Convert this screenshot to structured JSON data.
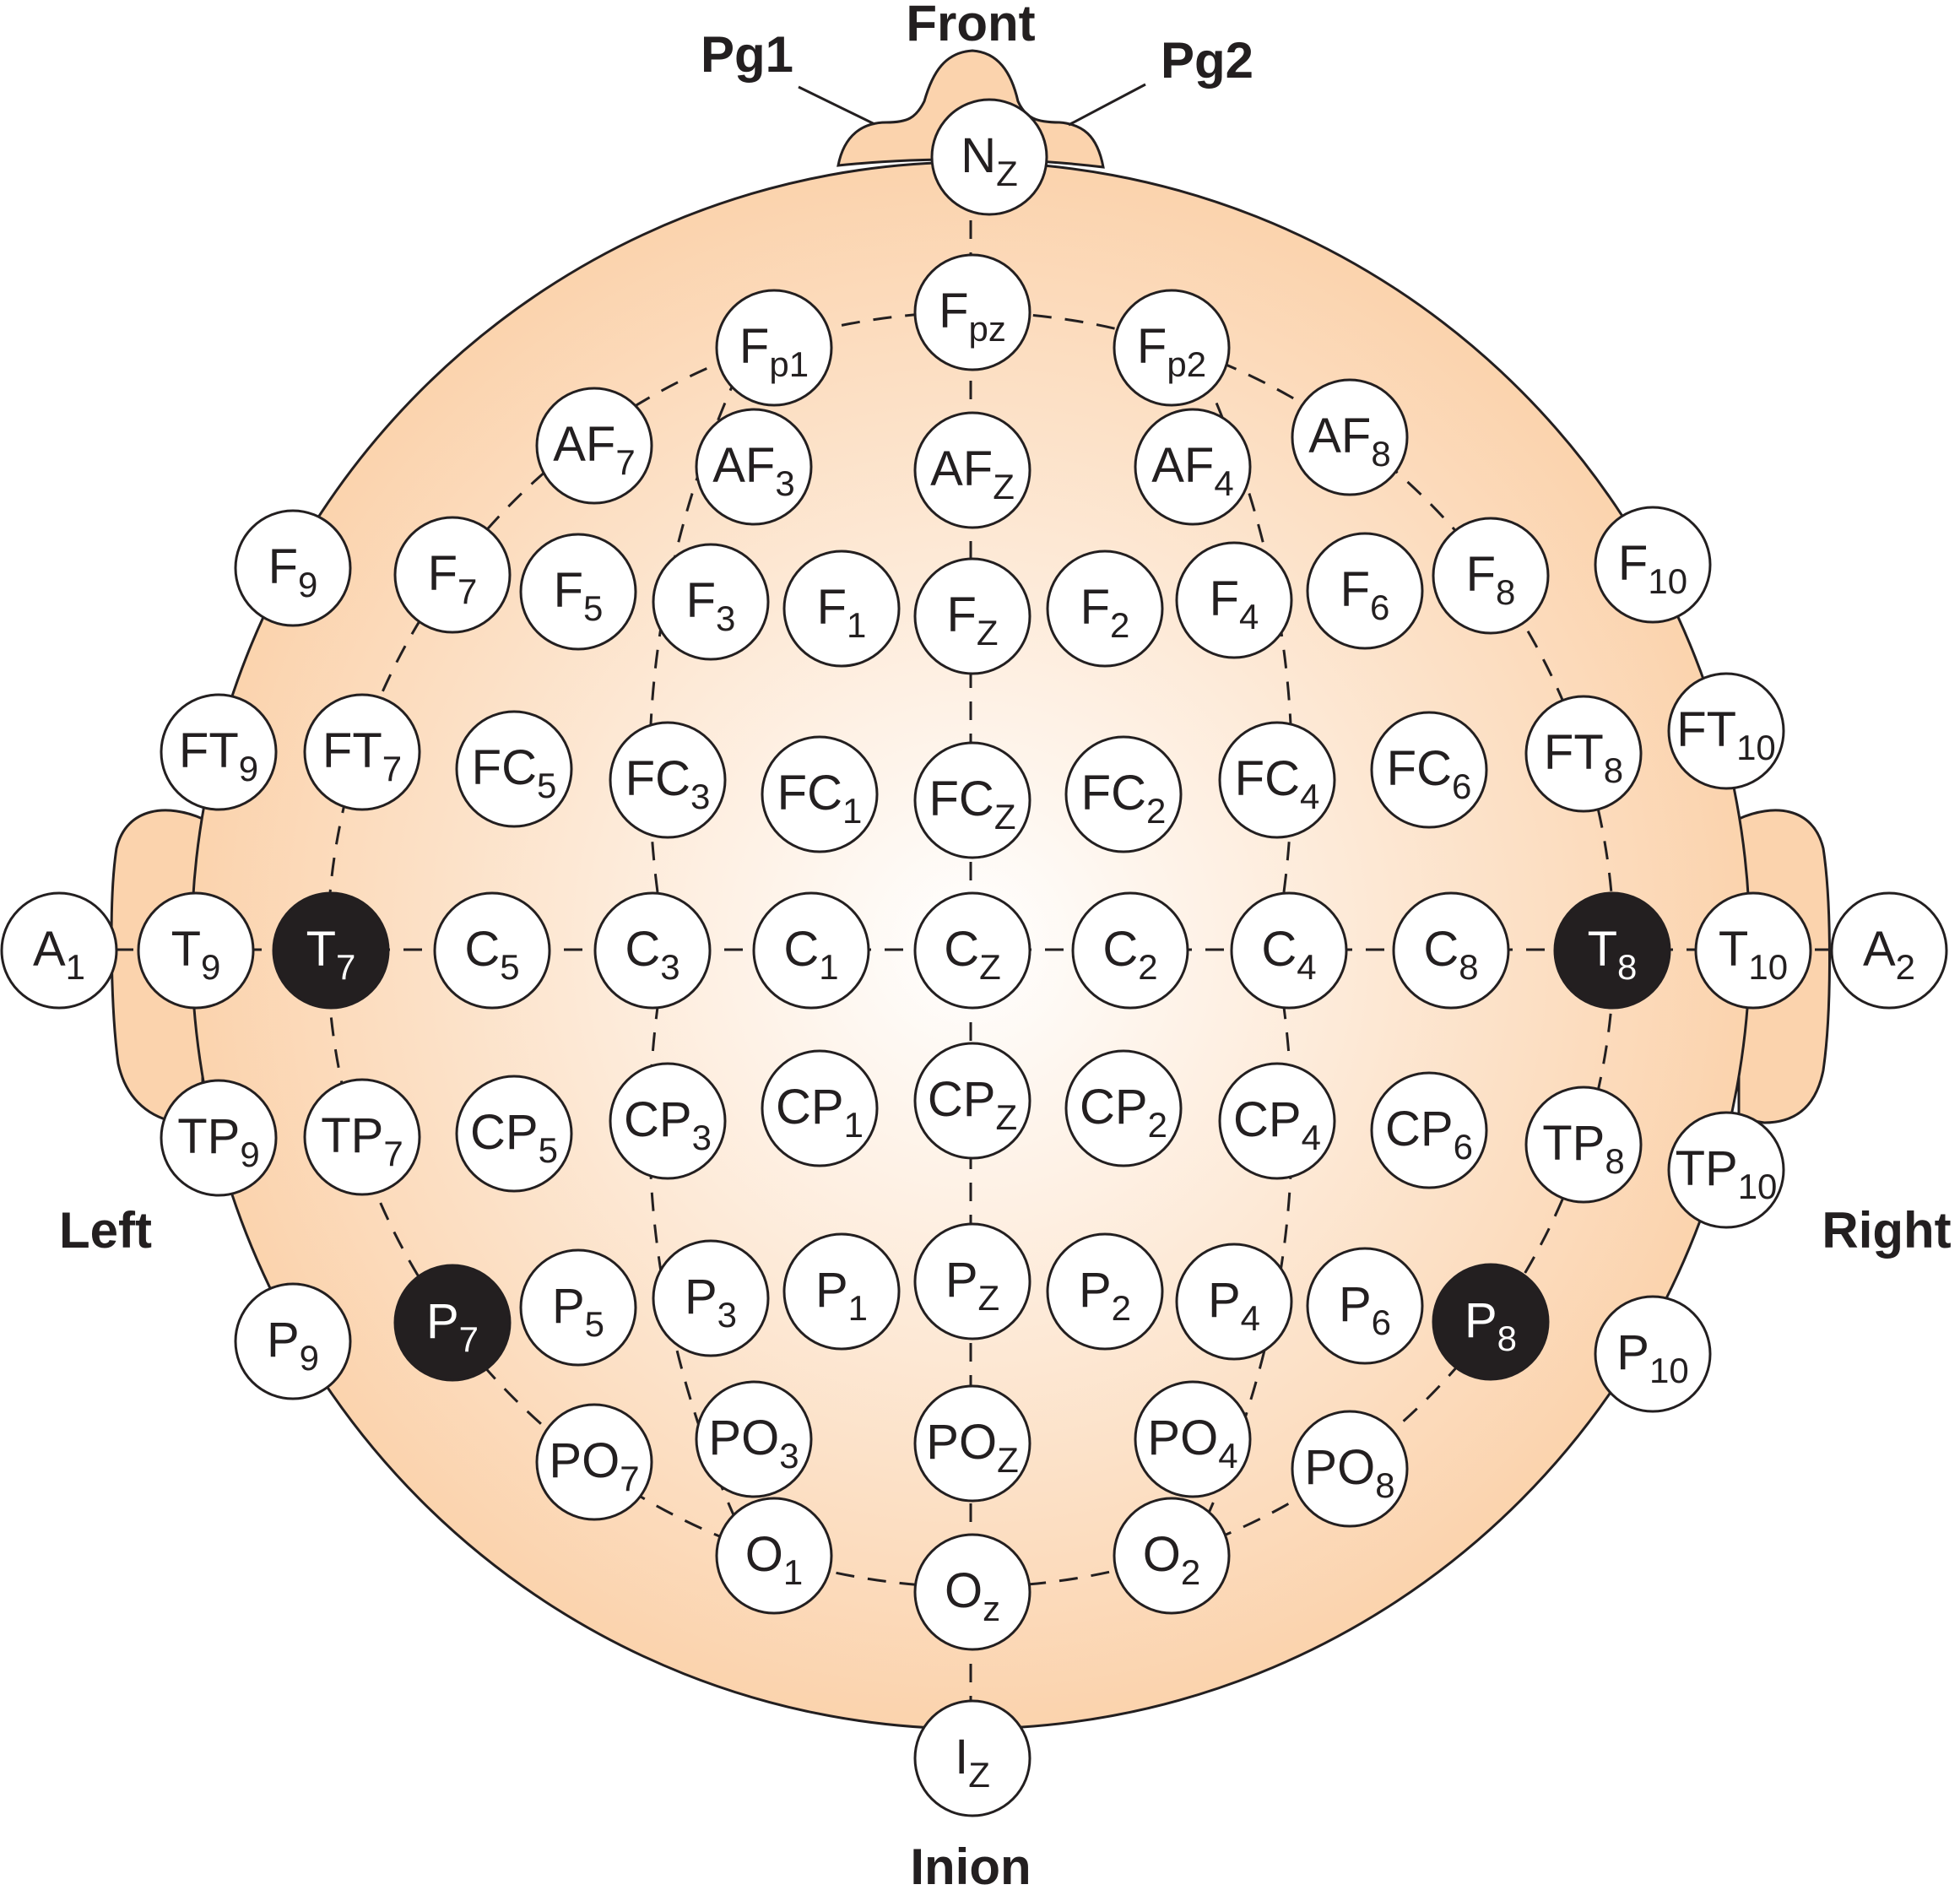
{
  "labels": {
    "front": "Front",
    "inion": "Inion",
    "left": "Left",
    "right": "Right",
    "pg1": "Pg1",
    "pg2": "Pg2"
  },
  "colors": {
    "head_fill_center": "#ffffff",
    "head_fill_edge": "#fbd3ad",
    "outline": "#231f20",
    "electrode_fill": "#ffffff",
    "highlight_fill": "#231f20"
  },
  "electrodes": [
    {
      "id": "Nz",
      "main": "N",
      "sub": "Z"
    },
    {
      "id": "Fpz",
      "main": "F",
      "sub": "pz"
    },
    {
      "id": "Fp1",
      "main": "F",
      "sub": "p1"
    },
    {
      "id": "Fp2",
      "main": "F",
      "sub": "p2"
    },
    {
      "id": "AF7",
      "main": "AF",
      "sub": "7"
    },
    {
      "id": "AF3",
      "main": "AF",
      "sub": "3"
    },
    {
      "id": "AFz",
      "main": "AF",
      "sub": "Z"
    },
    {
      "id": "AF4",
      "main": "AF",
      "sub": "4"
    },
    {
      "id": "AF8",
      "main": "AF",
      "sub": "8"
    },
    {
      "id": "F9",
      "main": "F",
      "sub": "9"
    },
    {
      "id": "F7",
      "main": "F",
      "sub": "7"
    },
    {
      "id": "F5",
      "main": "F",
      "sub": "5"
    },
    {
      "id": "F3",
      "main": "F",
      "sub": "3"
    },
    {
      "id": "F1",
      "main": "F",
      "sub": "1"
    },
    {
      "id": "Fz",
      "main": "F",
      "sub": "Z"
    },
    {
      "id": "F2",
      "main": "F",
      "sub": "2"
    },
    {
      "id": "F4",
      "main": "F",
      "sub": "4"
    },
    {
      "id": "F6",
      "main": "F",
      "sub": "6"
    },
    {
      "id": "F8",
      "main": "F",
      "sub": "8"
    },
    {
      "id": "F10",
      "main": "F",
      "sub": "10"
    },
    {
      "id": "FT9",
      "main": "FT",
      "sub": "9"
    },
    {
      "id": "FT7",
      "main": "FT",
      "sub": "7"
    },
    {
      "id": "FC5",
      "main": "FC",
      "sub": "5"
    },
    {
      "id": "FC3",
      "main": "FC",
      "sub": "3"
    },
    {
      "id": "FC1",
      "main": "FC",
      "sub": "1"
    },
    {
      "id": "FCz",
      "main": "FC",
      "sub": "Z"
    },
    {
      "id": "FC2",
      "main": "FC",
      "sub": "2"
    },
    {
      "id": "FC4",
      "main": "FC",
      "sub": "4"
    },
    {
      "id": "FC6",
      "main": "FC",
      "sub": "6"
    },
    {
      "id": "FT8",
      "main": "FT",
      "sub": "8"
    },
    {
      "id": "FT10",
      "main": "FT",
      "sub": "10"
    },
    {
      "id": "A1",
      "main": "A",
      "sub": "1"
    },
    {
      "id": "T9",
      "main": "T",
      "sub": "9"
    },
    {
      "id": "T7",
      "main": "T",
      "sub": "7",
      "highlight": true
    },
    {
      "id": "C5",
      "main": "C",
      "sub": "5"
    },
    {
      "id": "C3",
      "main": "C",
      "sub": "3"
    },
    {
      "id": "C1",
      "main": "C",
      "sub": "1"
    },
    {
      "id": "Cz",
      "main": "C",
      "sub": "Z"
    },
    {
      "id": "C2",
      "main": "C",
      "sub": "2"
    },
    {
      "id": "C4",
      "main": "C",
      "sub": "4"
    },
    {
      "id": "C8",
      "main": "C",
      "sub": "8"
    },
    {
      "id": "T8",
      "main": "T",
      "sub": "8",
      "highlight": true
    },
    {
      "id": "T10",
      "main": "T",
      "sub": "10"
    },
    {
      "id": "A2",
      "main": "A",
      "sub": "2"
    },
    {
      "id": "TP9",
      "main": "TP",
      "sub": "9"
    },
    {
      "id": "TP7",
      "main": "TP",
      "sub": "7"
    },
    {
      "id": "CP5",
      "main": "CP",
      "sub": "5"
    },
    {
      "id": "CP3",
      "main": "CP",
      "sub": "3"
    },
    {
      "id": "CP1",
      "main": "CP",
      "sub": "1"
    },
    {
      "id": "CPz",
      "main": "CP",
      "sub": "Z"
    },
    {
      "id": "CP2",
      "main": "CP",
      "sub": "2"
    },
    {
      "id": "CP4",
      "main": "CP",
      "sub": "4"
    },
    {
      "id": "CP6",
      "main": "CP",
      "sub": "6"
    },
    {
      "id": "TP8",
      "main": "TP",
      "sub": "8"
    },
    {
      "id": "TP10",
      "main": "TP",
      "sub": "10"
    },
    {
      "id": "P9",
      "main": "P",
      "sub": "9"
    },
    {
      "id": "P7",
      "main": "P",
      "sub": "7",
      "highlight": true
    },
    {
      "id": "P5",
      "main": "P",
      "sub": "5"
    },
    {
      "id": "P3",
      "main": "P",
      "sub": "3"
    },
    {
      "id": "P1",
      "main": "P",
      "sub": "1"
    },
    {
      "id": "Pz",
      "main": "P",
      "sub": "Z"
    },
    {
      "id": "P2",
      "main": "P",
      "sub": "2"
    },
    {
      "id": "P4",
      "main": "P",
      "sub": "4"
    },
    {
      "id": "P6",
      "main": "P",
      "sub": "6"
    },
    {
      "id": "P8",
      "main": "P",
      "sub": "8",
      "highlight": true
    },
    {
      "id": "P10",
      "main": "P",
      "sub": "10"
    },
    {
      "id": "PO7",
      "main": "PO",
      "sub": "7"
    },
    {
      "id": "PO3",
      "main": "PO",
      "sub": "3"
    },
    {
      "id": "POz",
      "main": "PO",
      "sub": "Z"
    },
    {
      "id": "PO4",
      "main": "PO",
      "sub": "4"
    },
    {
      "id": "PO8",
      "main": "PO",
      "sub": "8"
    },
    {
      "id": "O1",
      "main": "O",
      "sub": "1"
    },
    {
      "id": "Oz",
      "main": "O",
      "sub": "z"
    },
    {
      "id": "O2",
      "main": "O",
      "sub": "2"
    },
    {
      "id": "Iz",
      "main": "I",
      "sub": "Z"
    }
  ]
}
